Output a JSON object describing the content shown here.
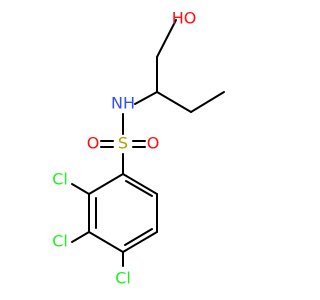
{
  "molecule": {
    "colors": {
      "bond": "#000000",
      "oxygen": "#ff0d0d",
      "nitrogen": "#3050f8",
      "sulfur": "#b3a000",
      "chlorine": "#1ff01f",
      "carbon": "#000000"
    },
    "labels": {
      "hydroxyl": "HO",
      "amine": "NH",
      "sulfur": "S",
      "oxygen_left": "O",
      "oxygen_right": "O",
      "chlorine_2": "Cl",
      "chlorine_3": "Cl",
      "chlorine_4": "Cl"
    }
  }
}
